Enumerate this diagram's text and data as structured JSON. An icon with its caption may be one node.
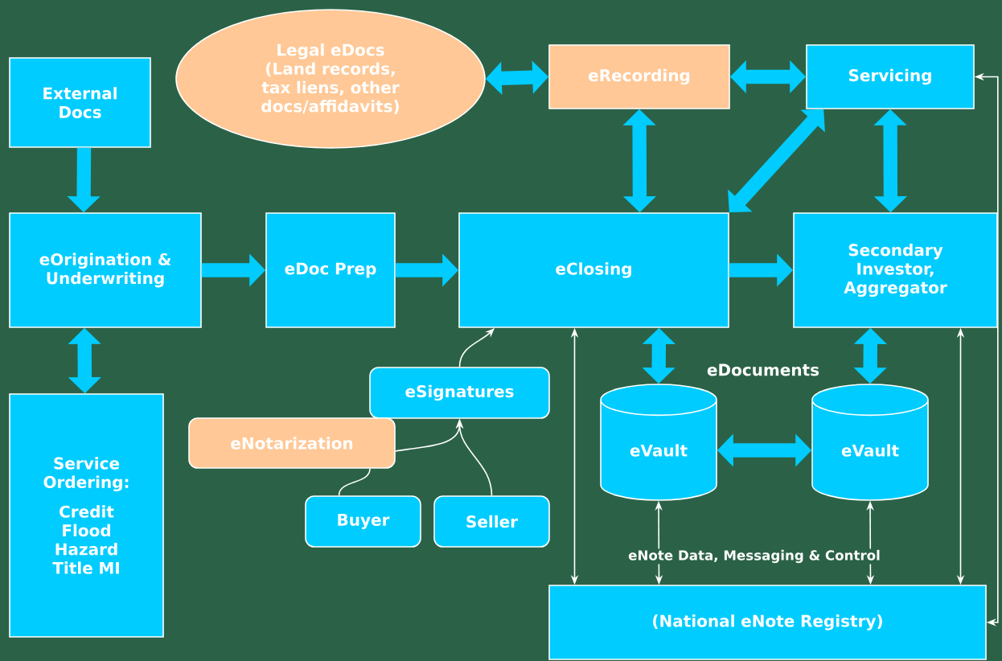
{
  "diagram": {
    "nodes": [
      {
        "text": [
          "External Docs"
        ]
      },
      {
        "text": [
          "Legal eDocs (Land records, tax liens, other docs/affidavits)"
        ]
      },
      {
        "text": [
          "eRecording"
        ]
      },
      {
        "text": [
          "Servicing"
        ]
      },
      {
        "text": [
          "eOrigination & Underwriting"
        ]
      },
      {
        "text": [
          "eDoc Prep"
        ]
      },
      {
        "text": [
          "eClosing"
        ]
      },
      {
        "text": [
          "Secondary Investor, Aggregator"
        ]
      },
      {
        "text": [
          "Service Ordering:",
          "Credit Flood Hazard Title MI"
        ]
      },
      {
        "text": [
          "eSignatures"
        ]
      },
      {
        "text": [
          "eNotarization"
        ]
      },
      {
        "text": [
          "Buyer"
        ]
      },
      {
        "text": [
          "Seller"
        ]
      },
      {
        "text": [
          "eVault"
        ]
      },
      {
        "text": [
          "eVault"
        ]
      },
      {
        "text": [
          "(National eNote Registry)"
        ]
      }
    ],
    "edges": [
      {
        "from": 0,
        "to": 4,
        "arrow": "to"
      },
      {
        "from": 4,
        "to": 5,
        "arrow": "to"
      },
      {
        "from": 5,
        "to": 6,
        "arrow": "to"
      },
      {
        "from": 6,
        "to": 7,
        "arrow": "to"
      },
      {
        "from": 4,
        "to": 8,
        "arrow": "both"
      },
      {
        "from": 1,
        "to": 2,
        "arrow": "both"
      },
      {
        "from": 2,
        "to": 3,
        "arrow": "both"
      },
      {
        "from": 2,
        "to": 6,
        "arrow": "both"
      },
      {
        "from": 3,
        "to": 6,
        "arrow": "both"
      },
      {
        "from": 3,
        "to": 7,
        "arrow": "both"
      },
      {
        "from": 6,
        "to": 13,
        "arrow": "both"
      },
      {
        "from": 7,
        "to": 14,
        "arrow": "both"
      },
      {
        "from": 13,
        "to": 14,
        "arrow": "both"
      },
      {
        "from": 9,
        "to": 6,
        "arrow": "to",
        "color": "#ffffff"
      },
      {
        "from": 11,
        "to": 10,
        "arrow": "none",
        "color": "#ffffff"
      },
      {
        "from": 10,
        "to": 9,
        "arrow": "to",
        "color": "#ffffff"
      },
      {
        "from": 12,
        "to": 9,
        "arrow": "to",
        "color": "#ffffff"
      },
      {
        "from": 6,
        "to": 15,
        "arrow": "both",
        "color": "#ffffff"
      },
      {
        "from": 13,
        "to": 15,
        "arrow": "both",
        "color": "#ffffff"
      },
      {
        "from": 14,
        "to": 15,
        "arrow": "both",
        "color": "#ffffff"
      },
      {
        "from": 7,
        "to": 15,
        "arrow": "both",
        "color": "#ffffff"
      },
      {
        "from": 15,
        "to": 3,
        "arrow": "both",
        "color": "#ffffff"
      }
    ],
    "labels": [
      "eDocuments",
      "eNote Data, Messaging & Control"
    ]
  }
}
